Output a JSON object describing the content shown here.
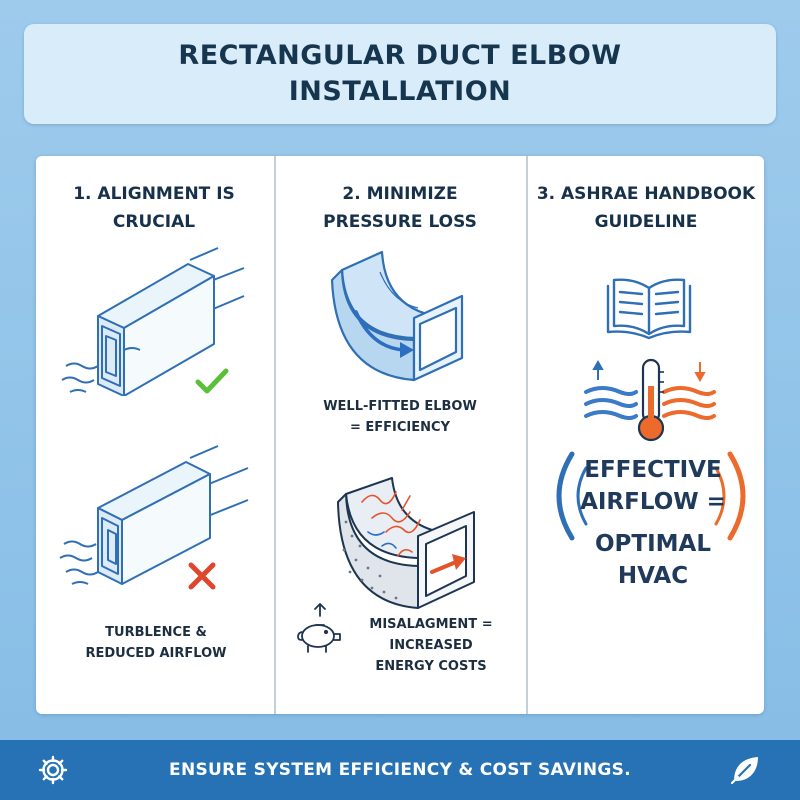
{
  "title": {
    "line1": "RECTANGULAR DUCT ELBOW",
    "line2": "INSTALLATION"
  },
  "columns": [
    {
      "heading_line1": "1. ALIGNMENT IS",
      "heading_line2": "CRUCIAL",
      "caption_line1": "TURBLENCE &",
      "caption_line2": "REDUCED AIRFLOW",
      "icons": [
        "duct-aligned-icon",
        "check-icon",
        "duct-misaligned-icon",
        "cross-icon"
      ]
    },
    {
      "heading_line1": "2. MINIMIZE",
      "heading_line2": "PRESSURE LOSS",
      "caption1_line1": "WELL-FITTED ELBOW",
      "caption1_line2": "= EFFICIENCY",
      "caption2_line1": "MISALAGMENT =",
      "caption2_line2": "INCREASED",
      "caption2_line3": "ENERGY COSTS",
      "icons": [
        "smooth-elbow-icon",
        "turbulent-elbow-icon",
        "piggy-bank-icon"
      ]
    },
    {
      "heading_line1": "3. ASHRAE HANDBOOK",
      "heading_line2": "GUIDELINE",
      "big_line1": "EFFECTIVE",
      "big_line2": "AIRFLOW =",
      "big_line3": "OPTIMAL",
      "big_line4": "HVAC",
      "icons": [
        "open-book-icon",
        "thermometer-icon",
        "airflow-arc-icon"
      ]
    }
  ],
  "footer": {
    "text": "ENSURE SYSTEM EFFICIENCY & COST SAVINGS.",
    "icons": [
      "gear-icon",
      "leaf-icon"
    ]
  },
  "colors": {
    "background": "#8fc3ea",
    "title_box": "#d9ecf9",
    "footer": "#2672b5",
    "line_blue": "#2f6fb5",
    "check_green": "#5cbf3a",
    "cross_red": "#e0452d",
    "accent_orange": "#ec6a2c"
  }
}
